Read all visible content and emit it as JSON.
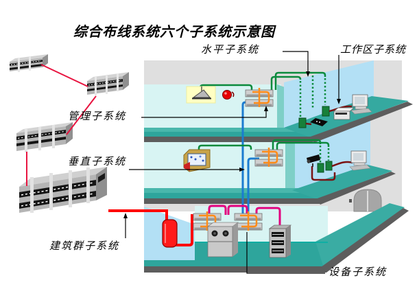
{
  "title": "综合布线系统六个子系统示意图",
  "labels": {
    "horizontal": "水平子系统",
    "work_area": "工作区子系统",
    "management": "管理子系统",
    "vertical": "垂直子系统",
    "campus": "建筑群子系统",
    "equipment": "设备子系统"
  },
  "colors": {
    "campus_cable_red": "#ff0000",
    "inter_building_red": "#e81440",
    "riser_blue": "#1b7cd0",
    "horizontal_green": "#0a8a3c",
    "patch_panel_orange": "#ff8c1a",
    "equipment_magenta": "#e2007e",
    "work_area_darkred": "#7a1212",
    "floor_teal": "#2ea59c",
    "room_cyan": "#d8f4f3",
    "wall_blue": "#b3e0f5",
    "building_panel_gray": "#dfdfdf"
  }
}
